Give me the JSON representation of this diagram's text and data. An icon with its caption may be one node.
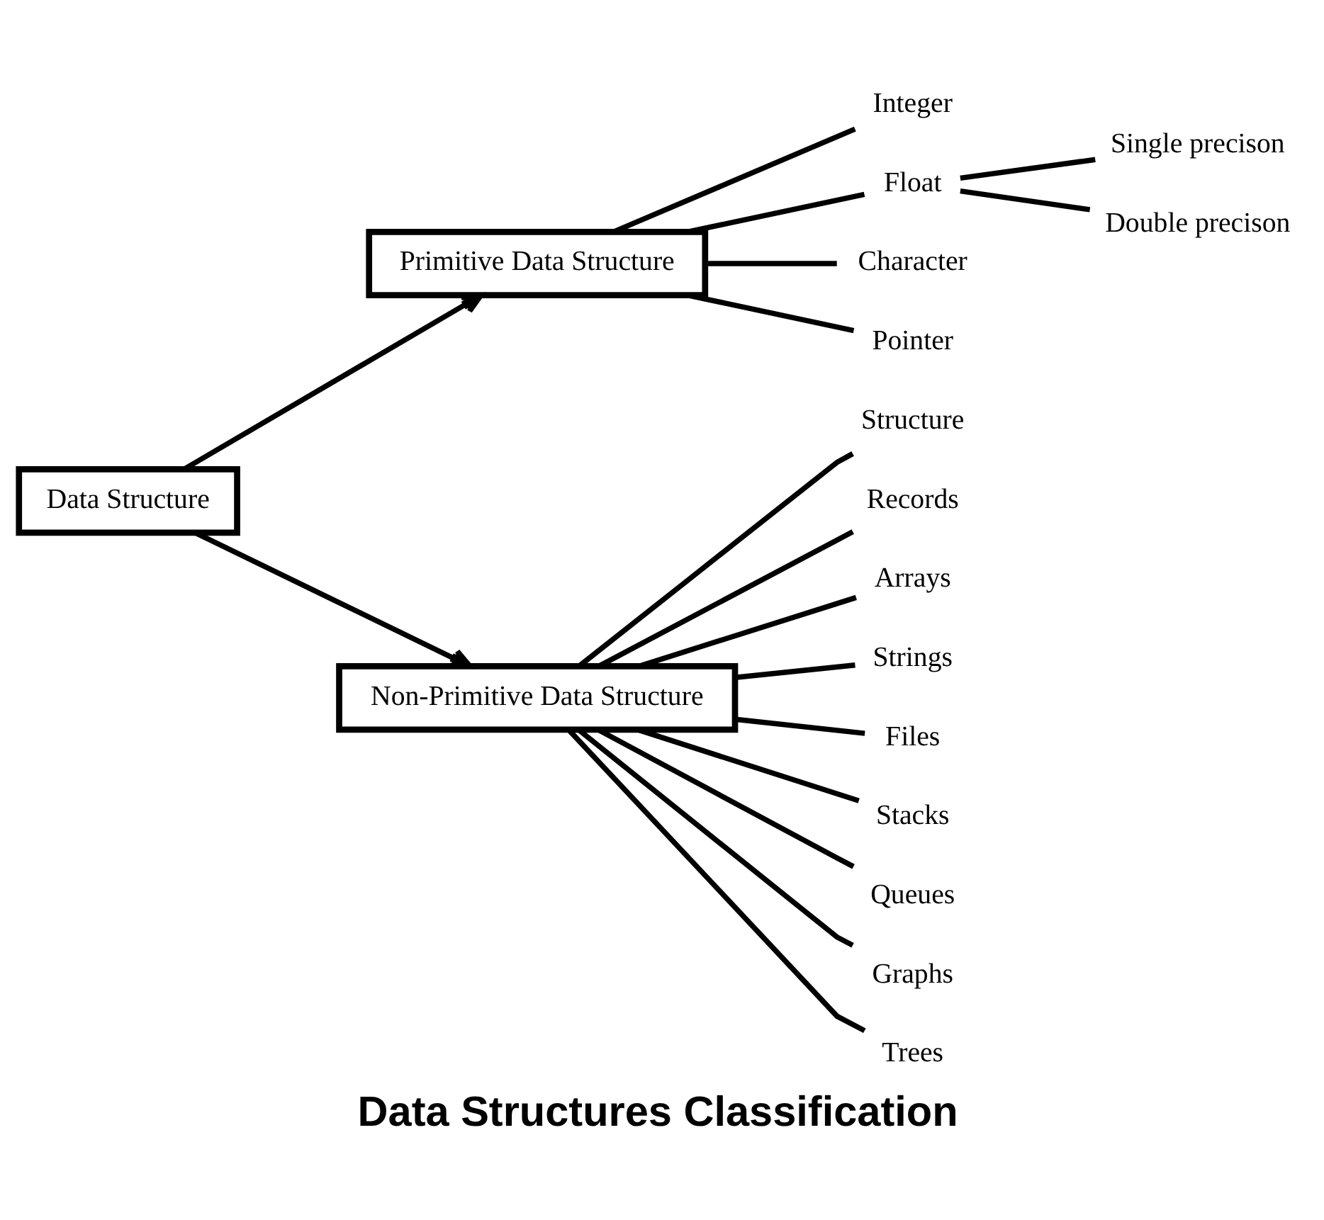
{
  "diagram": {
    "caption": "Data Structures Classification",
    "nodes": [
      {
        "text": [
          "Data Structure"
        ]
      },
      {
        "text": [
          "Primitive Data Structure"
        ]
      },
      {
        "text": [
          "Non-Primitive Data Structure"
        ]
      },
      {
        "text": [
          "Integer"
        ]
      },
      {
        "text": [
          "Float"
        ]
      },
      {
        "text": [
          "Character"
        ]
      },
      {
        "text": [
          "Pointer"
        ]
      },
      {
        "text": [
          "Single precison"
        ]
      },
      {
        "text": [
          "Double precison"
        ]
      },
      {
        "text": [
          "Structure"
        ]
      },
      {
        "text": [
          "Records"
        ]
      },
      {
        "text": [
          "Arrays"
        ]
      },
      {
        "text": [
          "Strings"
        ]
      },
      {
        "text": [
          "Files"
        ]
      },
      {
        "text": [
          "Stacks"
        ]
      },
      {
        "text": [
          "Queues"
        ]
      },
      {
        "text": [
          "Graphs"
        ]
      },
      {
        "text": [
          "Trees"
        ]
      }
    ],
    "edges": [
      {
        "from": 0,
        "to": 1,
        "arrow": "to"
      },
      {
        "from": 0,
        "to": 2,
        "arrow": "to"
      },
      {
        "from": 1,
        "to": 3,
        "arrow": "none"
      },
      {
        "from": 1,
        "to": 4,
        "arrow": "none"
      },
      {
        "from": 1,
        "to": 5,
        "arrow": "none"
      },
      {
        "from": 1,
        "to": 6,
        "arrow": "none"
      },
      {
        "from": 4,
        "to": 7,
        "arrow": "none"
      },
      {
        "from": 4,
        "to": 8,
        "arrow": "none"
      },
      {
        "from": 2,
        "to": 9,
        "arrow": "none"
      },
      {
        "from": 2,
        "to": 10,
        "arrow": "none"
      },
      {
        "from": 2,
        "to": 11,
        "arrow": "none"
      },
      {
        "from": 2,
        "to": 12,
        "arrow": "none"
      },
      {
        "from": 2,
        "to": 13,
        "arrow": "none"
      },
      {
        "from": 2,
        "to": 14,
        "arrow": "none"
      },
      {
        "from": 2,
        "to": 15,
        "arrow": "none"
      },
      {
        "from": 2,
        "to": 16,
        "arrow": "none"
      },
      {
        "from": 2,
        "to": 17,
        "arrow": "none"
      }
    ]
  }
}
